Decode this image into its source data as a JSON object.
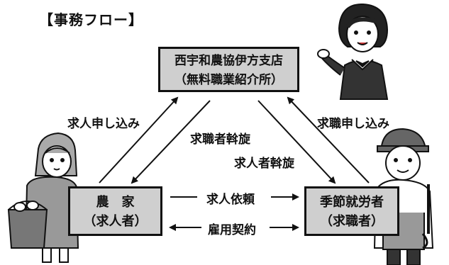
{
  "diagram": {
    "title": "【事務フロー】",
    "center_node": {
      "line1": "西宇和農協伊方支店",
      "line2": "（無料職業紹介所）"
    },
    "farmer_node": {
      "line1": "農　家",
      "line2": "（求人者）"
    },
    "worker_node": {
      "line1": "季節就労者",
      "line2": "（求職者）"
    },
    "edge_labels": {
      "job_offer_application": "求人申し込み",
      "job_seeker_application": "求職申し込み",
      "seeker_referral": "求職者斡旋",
      "employer_referral": "求人者斡旋",
      "job_request": "求人依頼",
      "employment_contract": "雇用契約"
    },
    "colors": {
      "box_fill": "#cfcfcf",
      "stroke": "#111111"
    },
    "figures": [
      "female-staff-illustration",
      "farmer-woman-illustration",
      "seasonal-worker-illustration"
    ]
  }
}
